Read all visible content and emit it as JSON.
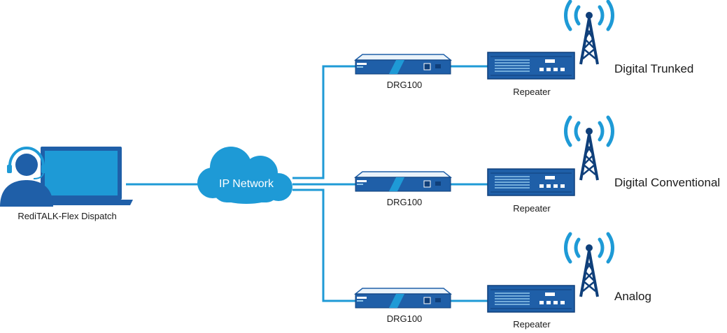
{
  "dispatch": {
    "label": "RediTALK-Flex Dispatch",
    "icon": "headset-laptop-icon"
  },
  "network": {
    "label": "IP Network",
    "icon": "cloud-icon"
  },
  "branches": [
    {
      "gateway_label": "DRG100",
      "repeater_label": "Repeater",
      "system_label": "Digital Trunked"
    },
    {
      "gateway_label": "DRG100",
      "repeater_label": "Repeater",
      "system_label": "Digital Conventional"
    },
    {
      "gateway_label": "DRG100",
      "repeater_label": "Repeater",
      "system_label": "Analog"
    }
  ],
  "colors": {
    "primary": "#1f5fa8",
    "accent": "#1e9ad6",
    "dark": "#0f3f7a",
    "light": "#e6f3fb"
  }
}
